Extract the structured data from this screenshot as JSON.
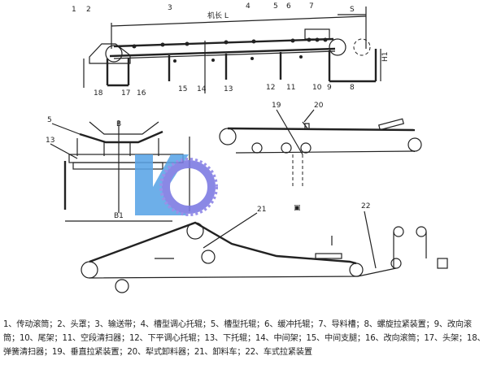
{
  "top_view": {
    "length_label": "机长 L",
    "s_label": "S",
    "h_label": "H1",
    "callouts": [
      "1",
      "2",
      "3",
      "4",
      "5",
      "6",
      "7",
      "8",
      "9",
      "10",
      "11",
      "12",
      "13",
      "14",
      "15",
      "16",
      "17",
      "18"
    ]
  },
  "cross_section": {
    "callouts": [
      "5",
      "13"
    ],
    "b_label": "B",
    "b1_label": "B1"
  },
  "vertical_take_up": {
    "callouts": [
      "19",
      "20"
    ]
  },
  "tripper": {
    "callouts": [
      "21",
      "22"
    ]
  },
  "watermark": {
    "kind": "logo",
    "color": "#4a8ee0",
    "accent": "#7a6ee0"
  },
  "legend": "1、传动滚筒；2、头罩；3、输送带；4、槽型调心托辊；5、槽型托辊；6、缓冲托辊；7、导料槽；8、螺旋拉紧装置；9、改向滚筒；10、尾架；11、空段清扫器；12、下平调心托辊；13、下托辊；14、中间架；15、中间支腿；16、改向滚筒；17、头架；18、弹簧清扫器；19、垂直拉紧装置；20、犁式卸料器；21、卸料车；22、车式拉紧装置"
}
